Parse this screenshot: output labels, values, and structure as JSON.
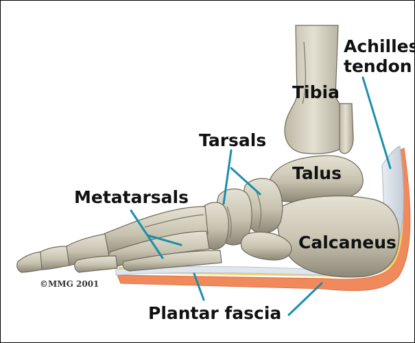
{
  "labels": {
    "achilles_line1": "Achilles",
    "achilles_line2": "tendon",
    "tibia": "Tibia",
    "tarsals": "Tarsals",
    "talus": "Talus",
    "metatarsals": "Metatarsals",
    "calcaneus": "Calcaneus",
    "plantar_fascia": "Plantar fascia"
  },
  "copyright": "©MMG 2001",
  "colors": {
    "leader_line": "#1a8fa8",
    "bone": "#c9c4b2",
    "skin_outer": "#f08a5d",
    "fat_pad": "#f3d36a",
    "fascia": "#dfe6ee"
  }
}
